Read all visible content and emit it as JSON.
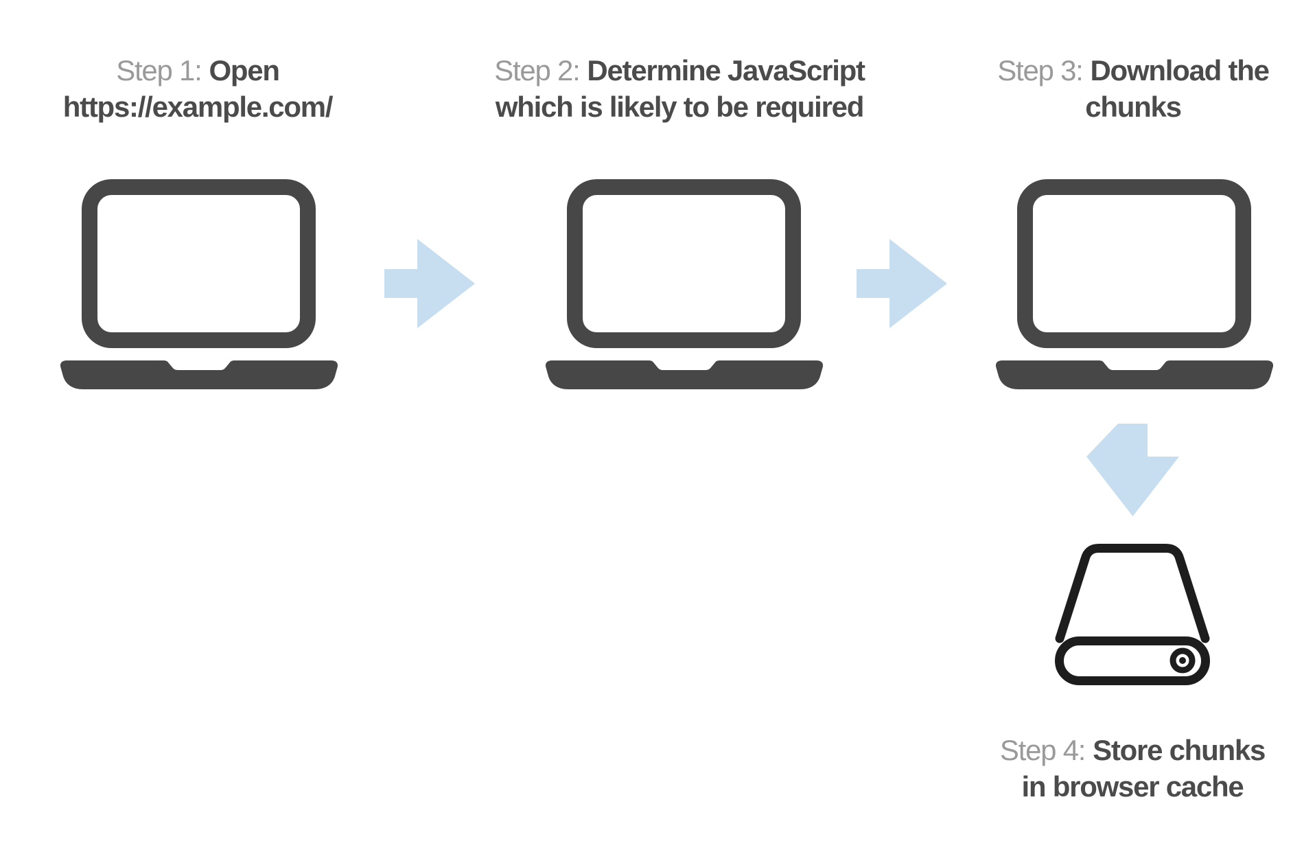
{
  "diagram": {
    "description_colors": {
      "icon_dark": "#474747",
      "label_gray": "#9a9a9a",
      "title_dark": "#4b4b4b",
      "arrow_blue": "#c7ddf0",
      "drive_outline": "#1d1d1d",
      "background": "#ffffff"
    },
    "steps": [
      {
        "label": "Step 1:",
        "bold_first_line": "Open",
        "bold_second_line": "https://example.com/",
        "icon": "laptop-icon"
      },
      {
        "label": "Step 2:",
        "bold_first_line": "Determine JavaScript",
        "bold_second_line": "which is likely to be required",
        "icon": "laptop-icon"
      },
      {
        "label": "Step 3:",
        "bold_first_line": "Download the",
        "bold_second_line": "chunks",
        "icon": "laptop-icon"
      },
      {
        "label": "Step 4:",
        "bold_first_line": "Store chunks",
        "bold_second_line": "in browser cache",
        "icon": "hard-drive-icon"
      }
    ],
    "connectors": [
      {
        "type": "arrow-right",
        "from": "step-1",
        "to": "step-2"
      },
      {
        "type": "arrow-right",
        "from": "step-2",
        "to": "step-3"
      },
      {
        "type": "arrow-down",
        "from": "step-3",
        "to": "step-4"
      }
    ]
  }
}
